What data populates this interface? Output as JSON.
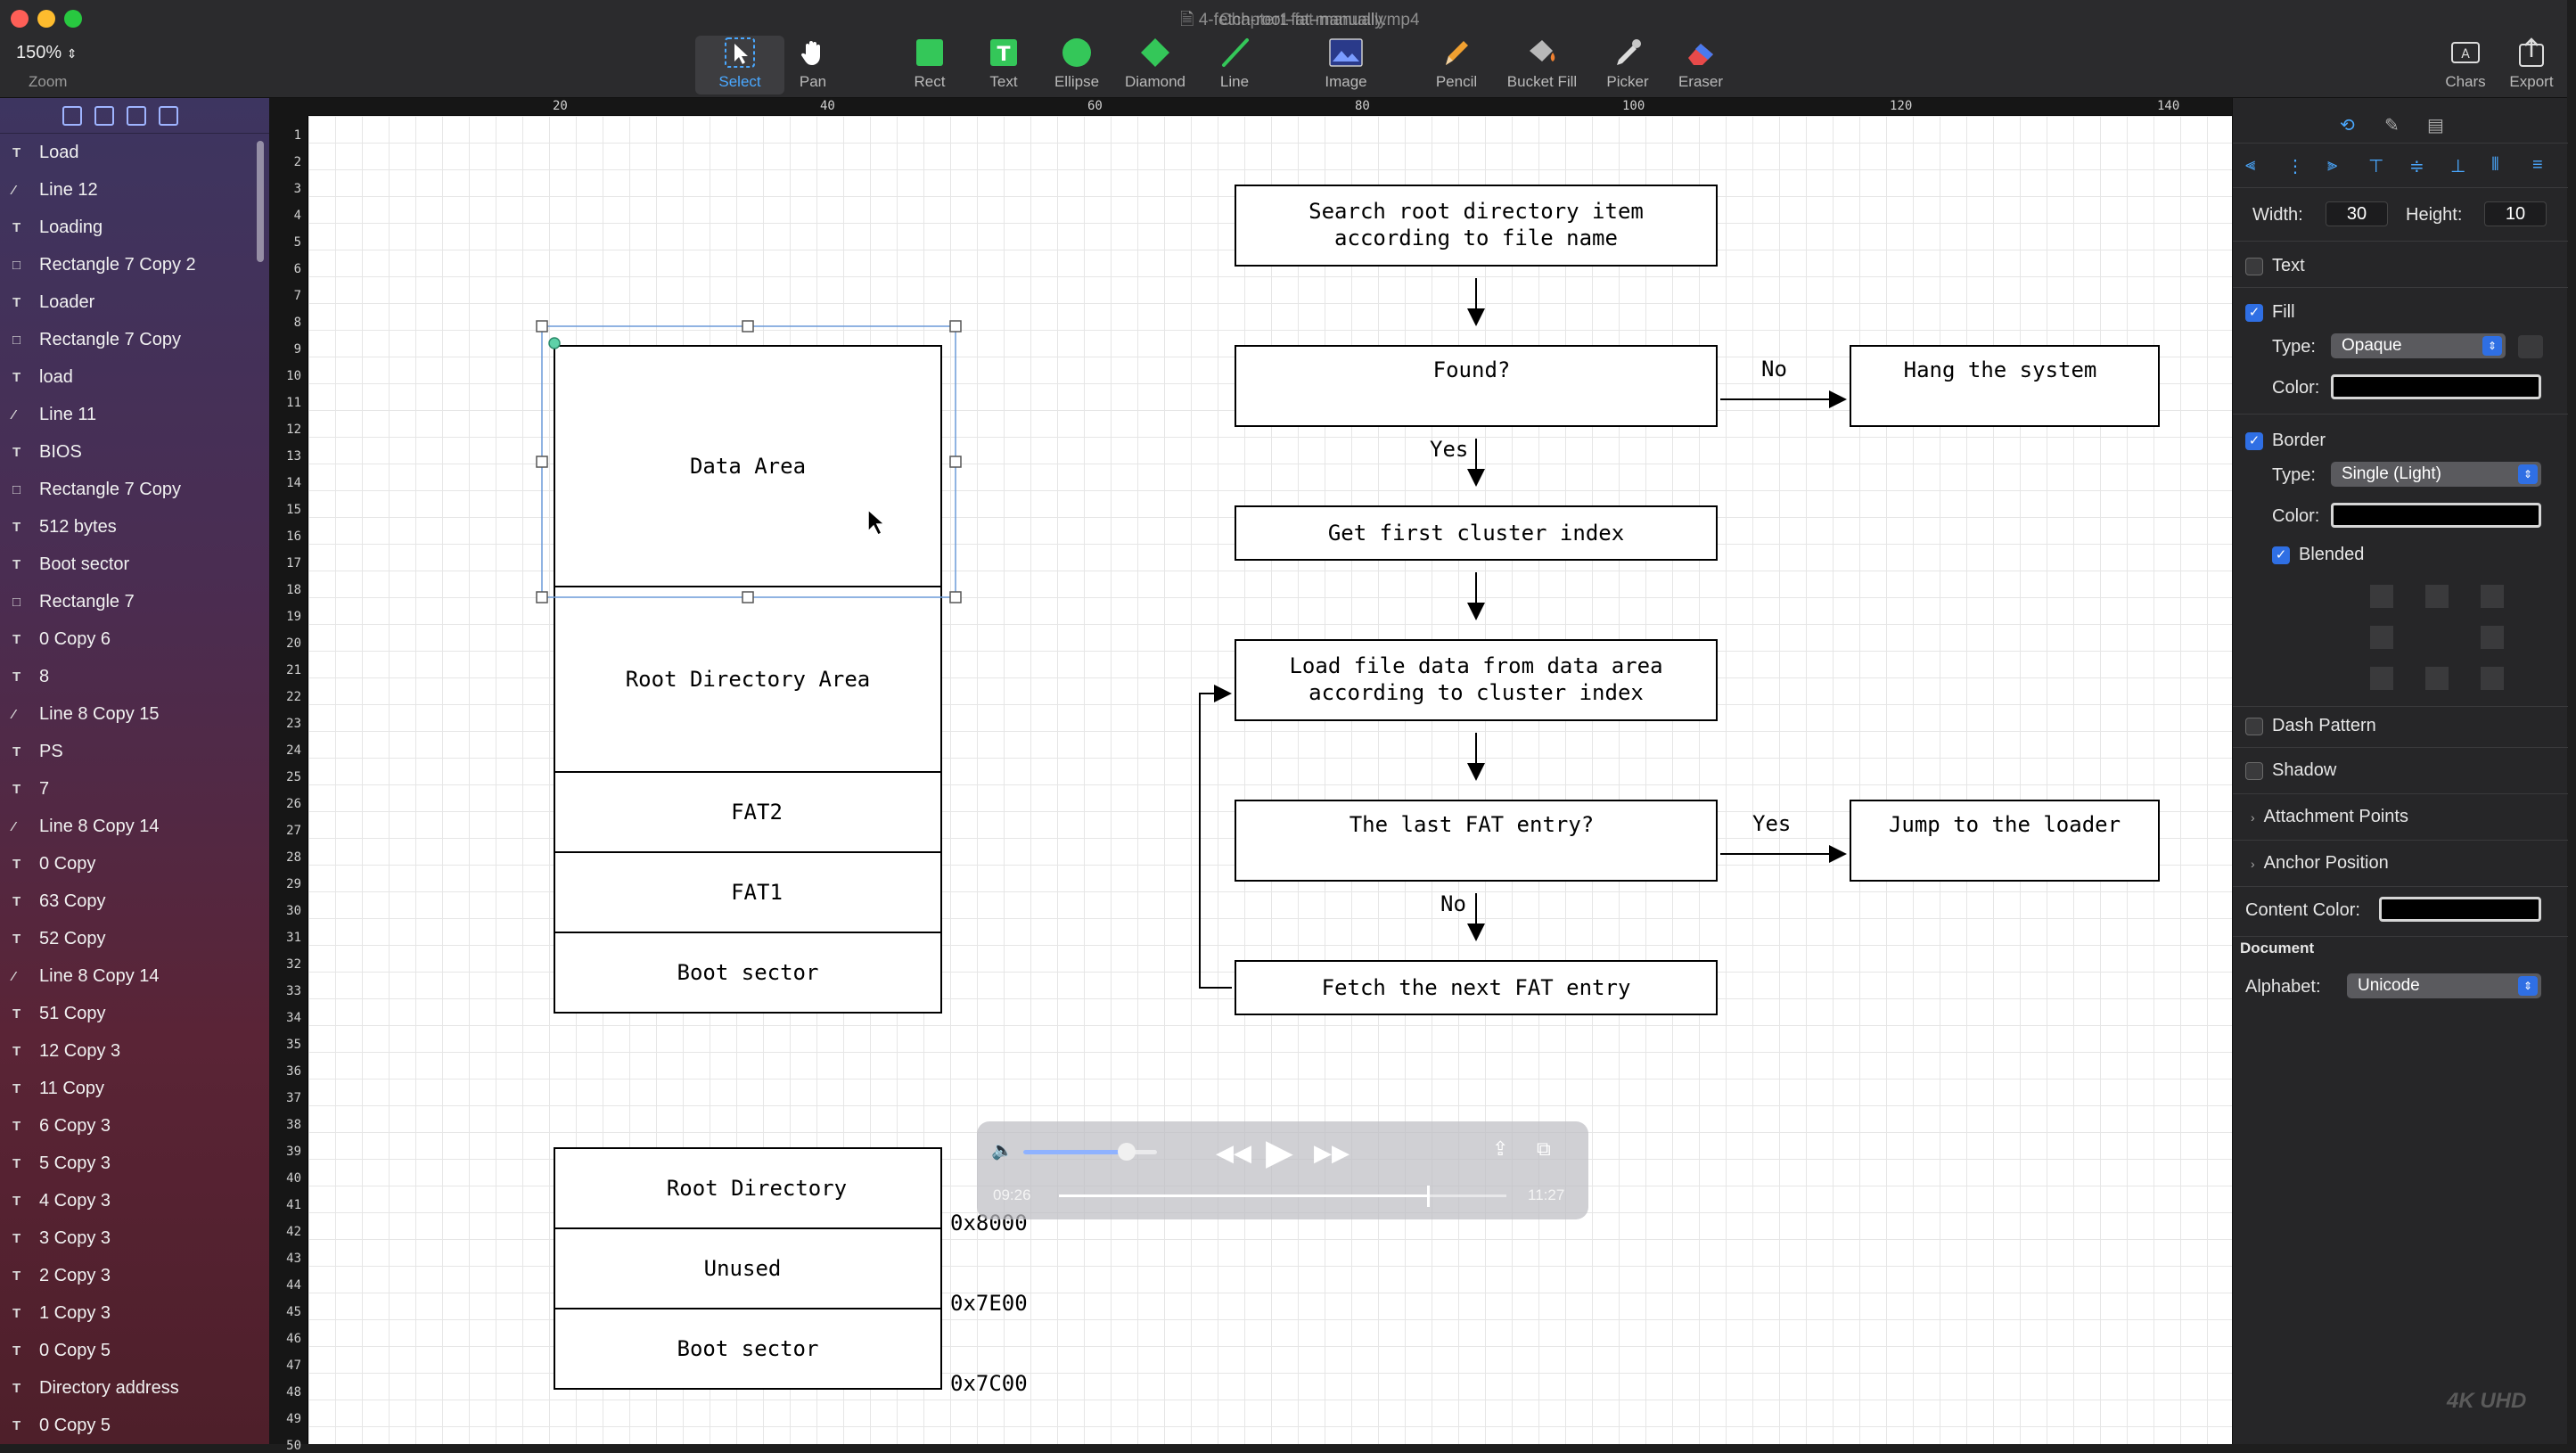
{
  "window": {
    "title": "4-fetch-root-fat-manually.mp4",
    "title_overlay": "Chapter1-fat-manually"
  },
  "zoom": {
    "value": "150%",
    "label": "Zoom"
  },
  "tools": [
    {
      "label": "Select",
      "icon": "select-arrow-icon",
      "active": true
    },
    {
      "label": "Pan",
      "icon": "hand-icon"
    },
    {
      "label": "Rect",
      "icon": "rectangle-icon"
    },
    {
      "label": "Text",
      "icon": "text-tool-icon"
    },
    {
      "label": "Ellipse",
      "icon": "ellipse-icon"
    },
    {
      "label": "Diamond",
      "icon": "diamond-icon"
    },
    {
      "label": "Line",
      "icon": "line-icon"
    },
    {
      "label": "Image",
      "icon": "image-icon"
    },
    {
      "label": "Pencil",
      "icon": "pencil-icon"
    },
    {
      "label": "Bucket Fill",
      "icon": "bucket-icon"
    },
    {
      "label": "Picker",
      "icon": "picker-icon"
    },
    {
      "label": "Eraser",
      "icon": "eraser-icon"
    }
  ],
  "right_tools": [
    {
      "label": "Chars",
      "icon": "chars-icon"
    },
    {
      "label": "Export",
      "icon": "export-icon"
    }
  ],
  "layers": [
    {
      "kind": "T",
      "name": "Load"
    },
    {
      "kind": "line",
      "name": "Line 12"
    },
    {
      "kind": "T",
      "name": "Loading"
    },
    {
      "kind": "rect",
      "name": "Rectangle 7 Copy 2"
    },
    {
      "kind": "T",
      "name": "Loader"
    },
    {
      "kind": "rect",
      "name": "Rectangle 7 Copy"
    },
    {
      "kind": "T",
      "name": "load"
    },
    {
      "kind": "line",
      "name": "Line 11"
    },
    {
      "kind": "T",
      "name": "BIOS"
    },
    {
      "kind": "rect",
      "name": "Rectangle 7 Copy"
    },
    {
      "kind": "T",
      "name": "512 bytes"
    },
    {
      "kind": "T",
      "name": "Boot sector"
    },
    {
      "kind": "rect",
      "name": "Rectangle 7"
    },
    {
      "kind": "T",
      "name": "0 Copy 6"
    },
    {
      "kind": "T",
      "name": "8"
    },
    {
      "kind": "line",
      "name": "Line 8 Copy 15"
    },
    {
      "kind": "T",
      "name": "PS"
    },
    {
      "kind": "T",
      "name": "7"
    },
    {
      "kind": "line",
      "name": "Line 8 Copy 14"
    },
    {
      "kind": "T",
      "name": "0 Copy"
    },
    {
      "kind": "T",
      "name": "63 Copy"
    },
    {
      "kind": "T",
      "name": "52 Copy"
    },
    {
      "kind": "line",
      "name": "Line 8 Copy 14"
    },
    {
      "kind": "T",
      "name": "51 Copy"
    },
    {
      "kind": "T",
      "name": "12 Copy 3"
    },
    {
      "kind": "T",
      "name": "11 Copy"
    },
    {
      "kind": "T",
      "name": "6 Copy 3"
    },
    {
      "kind": "T",
      "name": "5 Copy 3"
    },
    {
      "kind": "T",
      "name": "4 Copy 3"
    },
    {
      "kind": "T",
      "name": "3 Copy 3"
    },
    {
      "kind": "T",
      "name": "2 Copy 3"
    },
    {
      "kind": "T",
      "name": "1 Copy 3"
    },
    {
      "kind": "T",
      "name": "0 Copy 5"
    },
    {
      "kind": "T",
      "name": "Directory address"
    },
    {
      "kind": "T",
      "name": "0 Copy 5"
    }
  ],
  "ruler": {
    "top_marks": [
      "20",
      "40",
      "60",
      "80",
      "100",
      "120",
      "140"
    ],
    "left_start": 1,
    "left_end": 50
  },
  "diagram": {
    "disk_layout": [
      "Data Area",
      "Root Directory Area",
      "FAT2",
      "FAT1",
      "Boot sector"
    ],
    "memory_layout": [
      "Root Directory",
      "Unused",
      "Boot sector"
    ],
    "addresses": [
      "0x8000",
      "0x7E00",
      "0x7C00"
    ],
    "flow": {
      "search": "Search root directory item\naccording to file name",
      "found": "Found?",
      "hang": "Hang the system",
      "first_cluster": "Get first cluster index",
      "load_data": "Load file data from data area\naccording to cluster index",
      "last_fat": "The last FAT entry?",
      "jump": "Jump to the loader",
      "fetch_next": "Fetch the next FAT entry"
    },
    "edge_labels": {
      "no": "No",
      "yes": "Yes",
      "yes2": "Yes",
      "no2": "No"
    }
  },
  "video": {
    "elapsed": "09:26",
    "remaining": "11:27",
    "elapsed_fraction": 0.825,
    "volume_fraction": 0.77
  },
  "inspector": {
    "width_label": "Width:",
    "width_value": "30",
    "height_label": "Height:",
    "height_value": "10",
    "text_label": "Text",
    "text_checked": false,
    "fill_label": "Fill",
    "fill_checked": true,
    "fill_type_label": "Type:",
    "fill_type": "Opaque",
    "fill_color_label": "Color:",
    "border_label": "Border",
    "border_checked": true,
    "border_type_label": "Type:",
    "border_type": "Single (Light)",
    "border_color_label": "Color:",
    "blended_label": "Blended",
    "blended_checked": true,
    "dash_label": "Dash Pattern",
    "dash_checked": false,
    "shadow_label": "Shadow",
    "shadow_checked": false,
    "attachment_label": "Attachment Points",
    "anchor_label": "Anchor Position",
    "content_color_label": "Content Color:",
    "document_header": "Document",
    "alphabet_label": "Alphabet:",
    "alphabet_value": "Unicode"
  },
  "watermark": "4K UHD",
  "colors": {
    "accent": "#2f6fe4",
    "selection": "#5b8fd6",
    "tool_green": "#34c759"
  }
}
